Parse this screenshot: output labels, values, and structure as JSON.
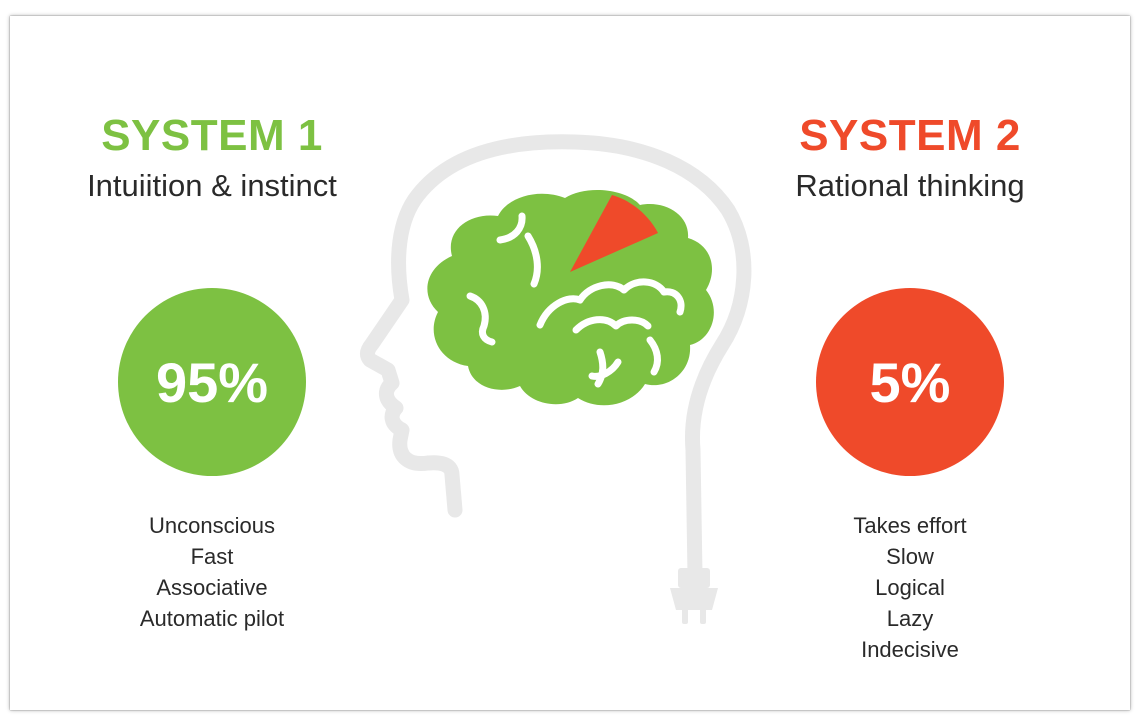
{
  "system1": {
    "title": "SYSTEM 1",
    "subtitle": "Intuiition & instinct",
    "percent": "95%",
    "color": "#7dc142",
    "traits": [
      "Unconscious",
      "Fast",
      "Associative",
      "Automatic pilot"
    ]
  },
  "system2": {
    "title": "SYSTEM 2",
    "subtitle": "Rational thinking",
    "percent": "5%",
    "color": "#ef4a2a",
    "traits": [
      "Takes effort",
      "Slow",
      "Logical",
      "Lazy",
      "Indecisive"
    ]
  },
  "illustration": {
    "head_outline_color": "#e8e8e8",
    "brain_color": "#7dc142",
    "highlight_color": "#ef4a2a",
    "icons": [
      "head-outline-icon",
      "brain-icon",
      "plug-icon"
    ]
  }
}
